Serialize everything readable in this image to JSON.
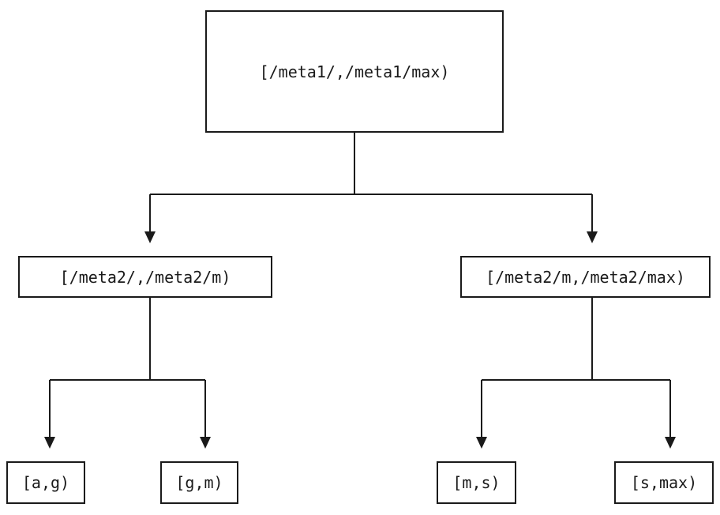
{
  "diagram": {
    "type": "tree",
    "description": "Two-level range partition tree",
    "colors": {
      "background": "#ffffff",
      "line": "#1a1a1a",
      "text": "#1a1a1a"
    },
    "nodes": {
      "root": {
        "label": "[/meta1/,/meta1/max)"
      },
      "meta2_left": {
        "label": "[/meta2/,/meta2/m)"
      },
      "meta2_right": {
        "label": "[/meta2/m,/meta2/max)"
      },
      "leaf_ag": {
        "label": "[a,g)"
      },
      "leaf_gm": {
        "label": "[g,m)"
      },
      "leaf_ms": {
        "label": "[m,s)"
      },
      "leaf_smax": {
        "label": "[s,max)"
      }
    },
    "edges": [
      {
        "from": "root",
        "to": "meta2_left"
      },
      {
        "from": "root",
        "to": "meta2_right"
      },
      {
        "from": "meta2_left",
        "to": "leaf_ag"
      },
      {
        "from": "meta2_left",
        "to": "leaf_gm"
      },
      {
        "from": "meta2_right",
        "to": "leaf_ms"
      },
      {
        "from": "meta2_right",
        "to": "leaf_smax"
      }
    ]
  }
}
